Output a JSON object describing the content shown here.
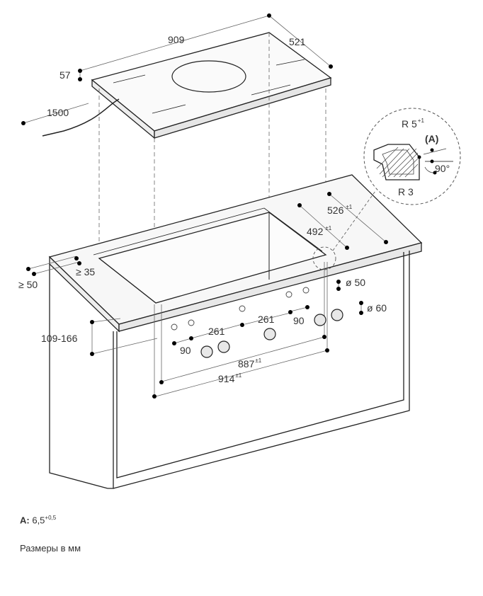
{
  "cooktop": {
    "width": "909",
    "depth": "521",
    "height": "57",
    "cable_length": "1500"
  },
  "cutout": {
    "depth_outer": "526",
    "depth_outer_tol": "±1",
    "depth_inner": "492",
    "depth_inner_tol": "±1",
    "length_inner": "887",
    "length_inner_tol": "±1",
    "length_outer": "914",
    "length_outer_tol": "±1",
    "min_front": "≥ 50",
    "min_side": "≥ 35",
    "worktop_height": "109-166"
  },
  "knobs": {
    "spacing_a": "90",
    "spacing_b": "261",
    "spacing_c": "261",
    "spacing_d": "90",
    "hole_small": "ø 50",
    "hole_large": "ø 60"
  },
  "detail": {
    "radius_top": "R 5",
    "radius_top_tol": "+1",
    "marker": "(A)",
    "angle": "90°",
    "radius_bottom": "R 3"
  },
  "notes": {
    "a_label": "A:",
    "a_value": "6,5",
    "a_tol": "+0,5",
    "units": "Размеры в мм"
  }
}
